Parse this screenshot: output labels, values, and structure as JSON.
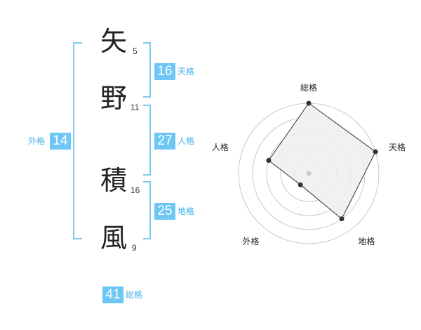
{
  "colors": {
    "accent": "#6ec6f5",
    "label": "#45b1ee",
    "bracket": "#7fc9f2",
    "text": "#222222",
    "polygon_stroke": "#333333",
    "polygon_fill": "#eeeeee",
    "grid": "#bbbbbb",
    "center": "#cccccc"
  },
  "name": {
    "characters": [
      {
        "char": "矢",
        "strokes": "5"
      },
      {
        "char": "野",
        "strokes": "11"
      },
      {
        "char": "積",
        "strokes": "16"
      },
      {
        "char": "風",
        "strokes": "9"
      }
    ]
  },
  "fortunes": {
    "tenkaku": {
      "value": "16",
      "label": "天格"
    },
    "jinkaku": {
      "value": "27",
      "label": "人格"
    },
    "chikaku": {
      "value": "25",
      "label": "地格"
    },
    "gaikaku": {
      "value": "14",
      "label": "外格"
    },
    "soukaku": {
      "value": "41",
      "label": "総格"
    }
  },
  "chart_data": {
    "type": "radar",
    "axes": [
      "総格",
      "天格",
      "地格",
      "外格",
      "人格"
    ],
    "rings": 5,
    "values": [
      5,
      5,
      4,
      1,
      3
    ],
    "max": 5
  }
}
